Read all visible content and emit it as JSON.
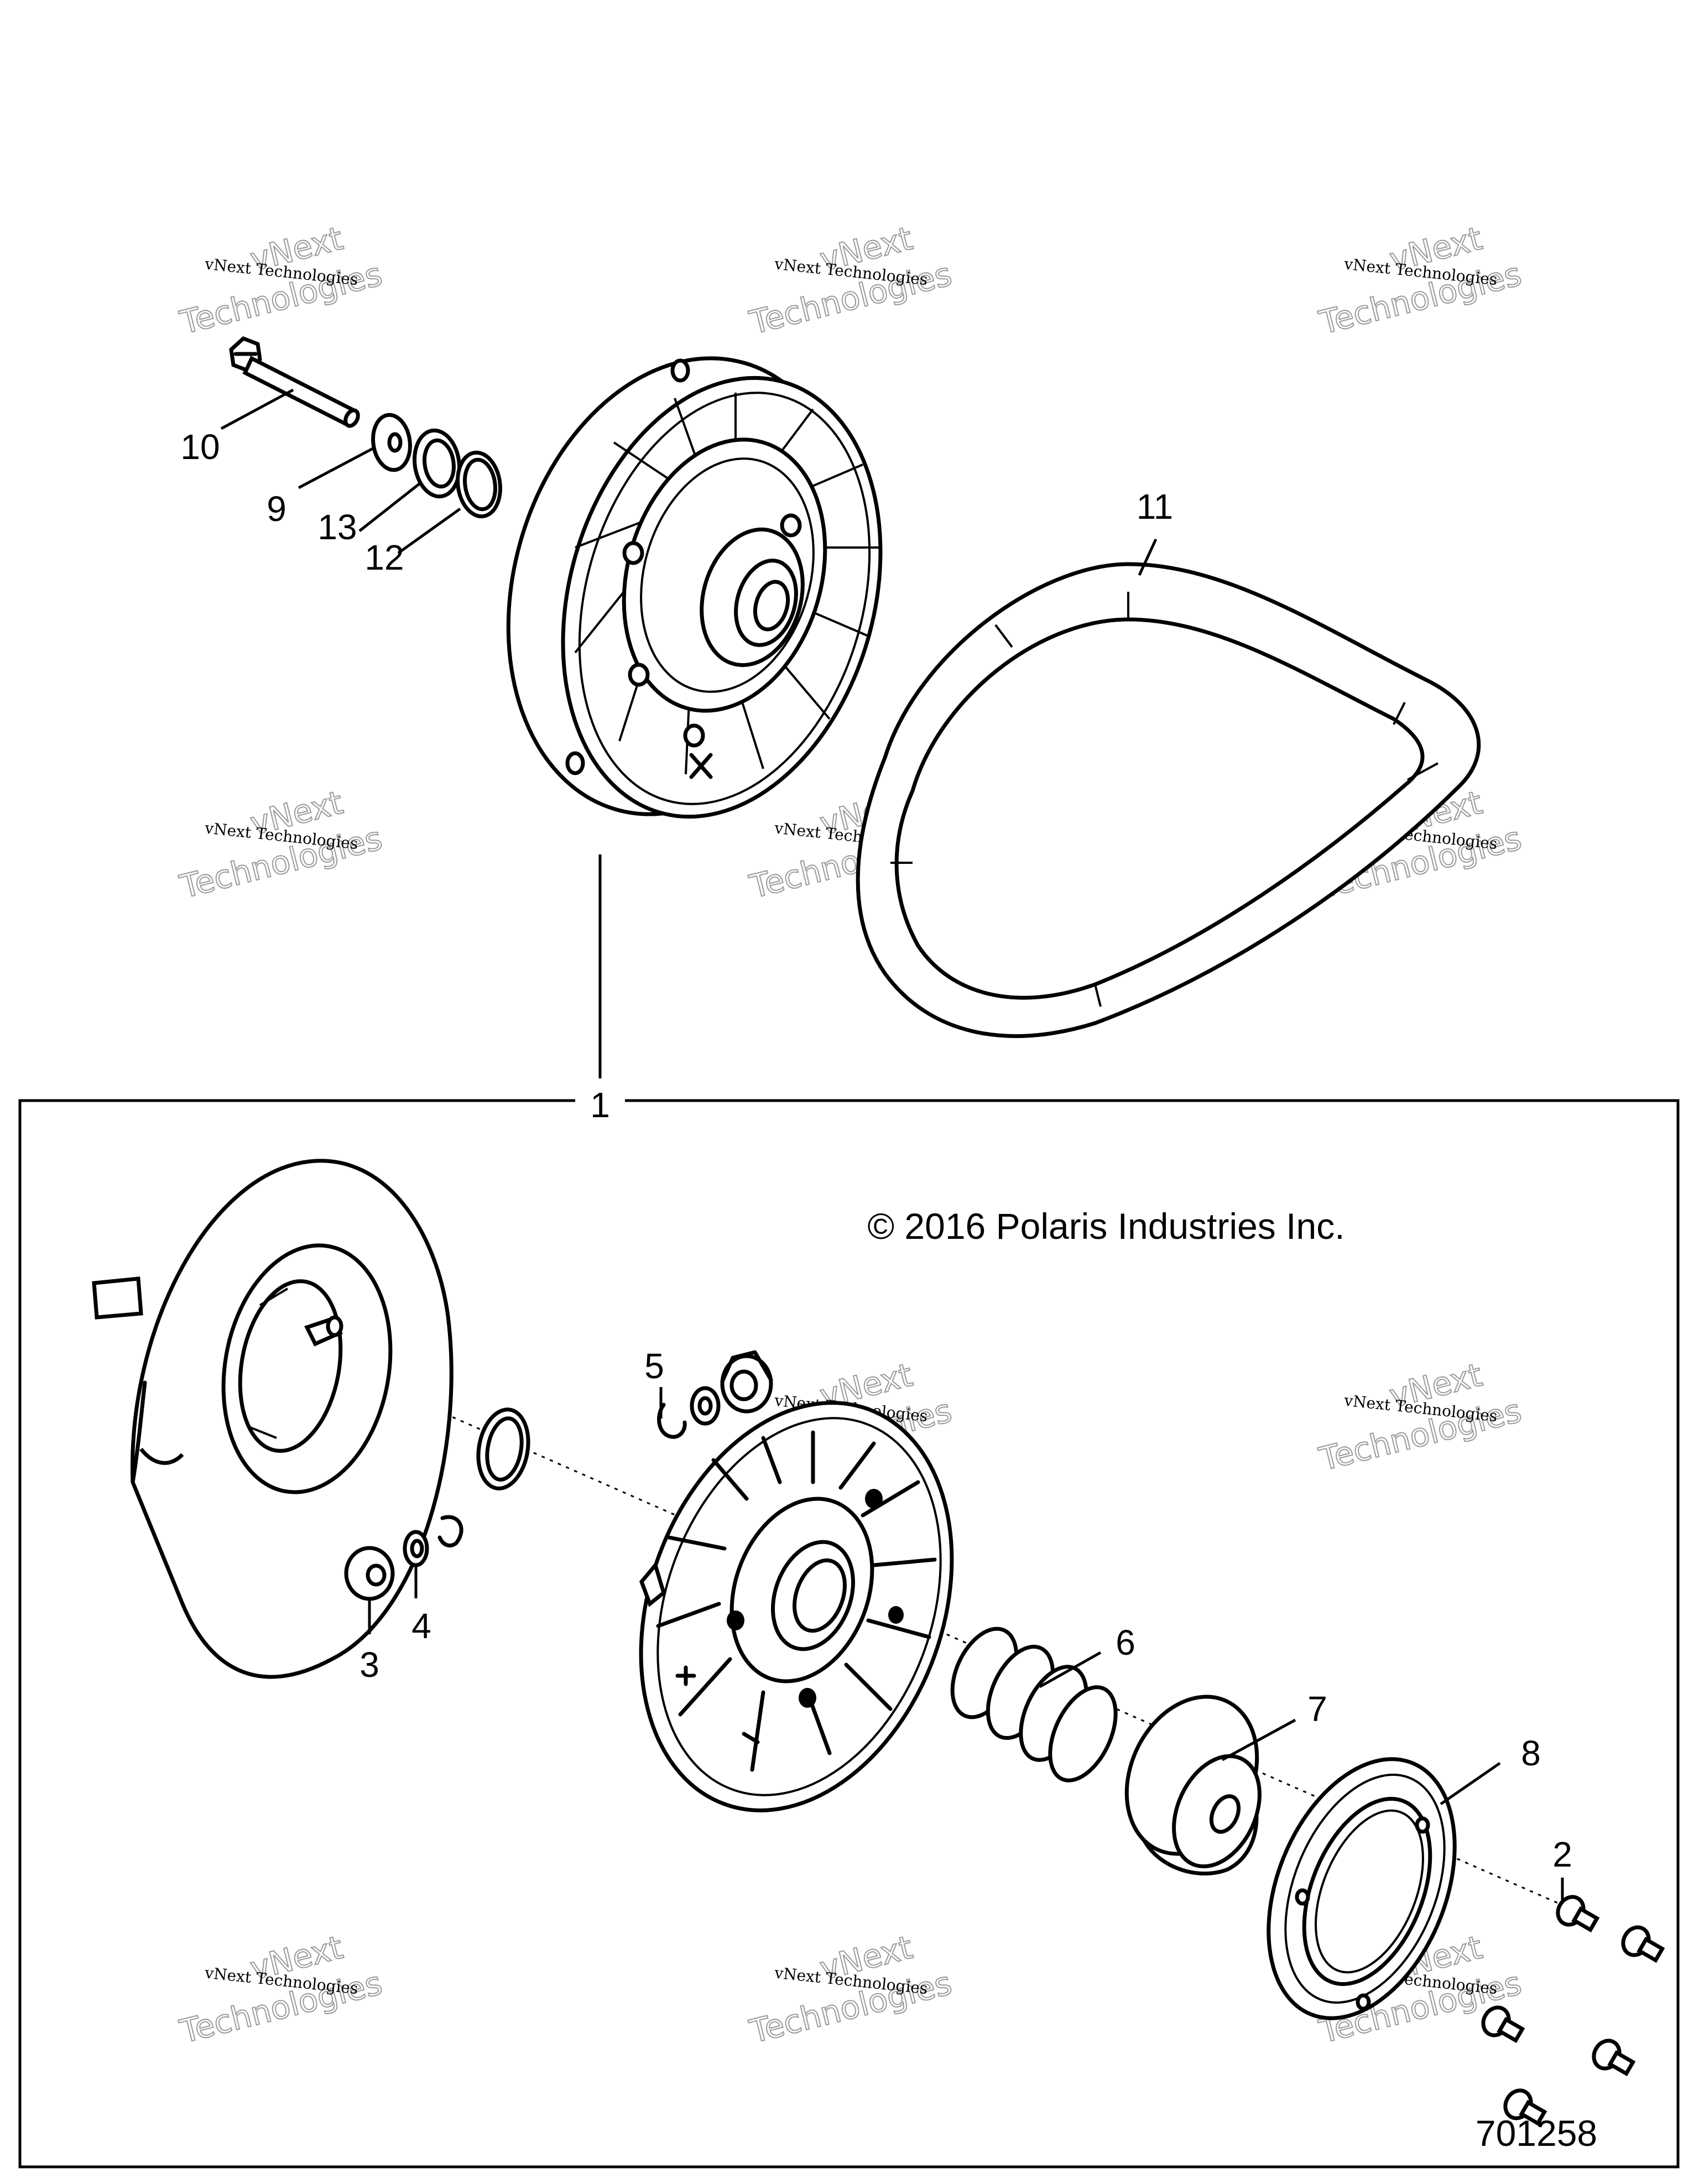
{
  "diagram": {
    "copyright": "© 2016 Polaris Industries Inc.",
    "reference_number": "701258",
    "callouts": [
      "1",
      "2",
      "3",
      "4",
      "5",
      "6",
      "7",
      "8",
      "9",
      "10",
      "11",
      "12",
      "13"
    ],
    "watermark": {
      "line1": "vNext Technologies",
      "line2": "vNext",
      "line3": "Technologies"
    }
  }
}
